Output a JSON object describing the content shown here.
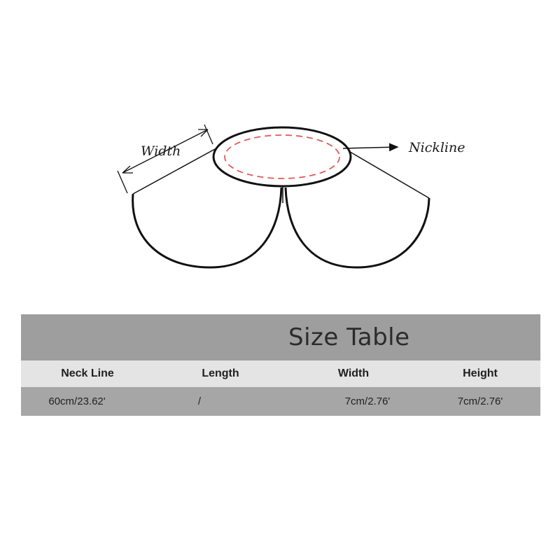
{
  "diagram": {
    "width_label": "Width",
    "neckline_label": "Nickline",
    "colors": {
      "outline": "#111111",
      "dashed_seam": "#e05a5a"
    }
  },
  "size_table": {
    "title": "Size Table",
    "headers": [
      "Neck Line",
      "Length",
      "Width",
      "Height"
    ],
    "values": [
      "60cm/23.62'",
      "/",
      "7cm/2.76'",
      "7cm/2.76'"
    ],
    "colors": {
      "title_bar": "#9e9e9e",
      "header_bar": "#e4e4e4",
      "value_bar": "#a6a6a6"
    }
  }
}
